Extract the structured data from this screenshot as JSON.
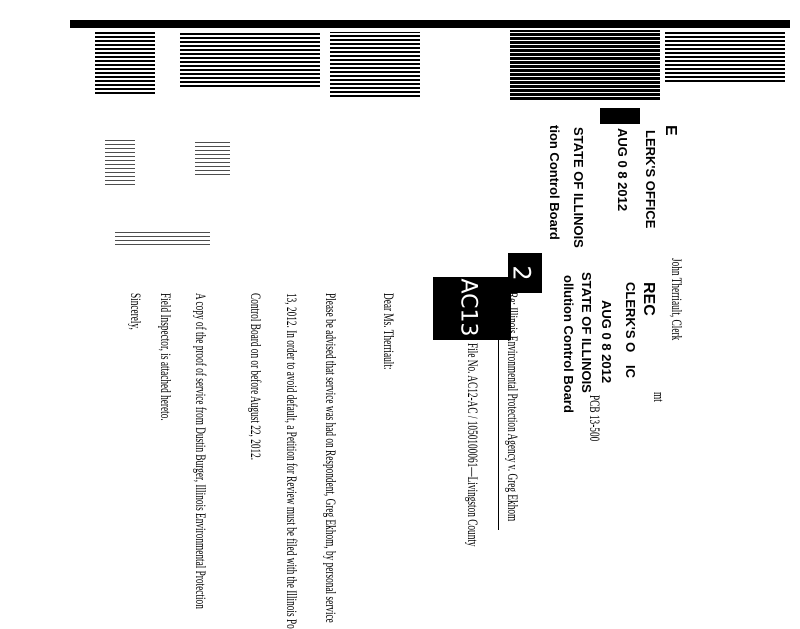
{
  "addressee": {
    "name": "John Therriault, Clerk",
    "fragment": "mt"
  },
  "stamp_right": {
    "lines": [
      "REC",
      "CLERK'S O",
      "IC",
      "AUG 0 8 2012",
      "STATE OF ILLINOIS",
      "ollution Control Board"
    ],
    "case_no": "PCB 13-500"
  },
  "stamp_left": {
    "lines": [
      "E",
      "LERK'S OFFICE",
      "AUG 0 8 2012",
      "STATE OF ILLINOIS",
      "tion Control Board"
    ]
  },
  "handwritten": {
    "mark1": "2",
    "mark2": "AC13"
  },
  "re_line": "Re:  Illinois Environmental Protection Agency v. Greg Ekhom",
  "file_line": "File No. AC12-AC / 1050100061—Livingston County",
  "salutation": "Dear Ms. Therriault:",
  "paragraph1": [
    "Please be advised that service was had on Respondent, Greg Ekhom, by personal service",
    "13, 2012.  In order to avoid default, a Petition for Review must be filed with the Illinois Po",
    "Control Board on or before August 22, 2012."
  ],
  "paragraph2": [
    "A copy of the proof of service from Dustin Burger, Illinois Environmental Protection",
    "Field Inspector, is attached hereto."
  ],
  "closing": "Sincerely,"
}
